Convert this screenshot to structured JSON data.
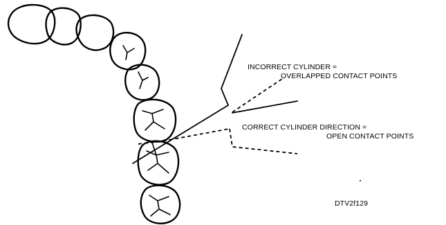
{
  "labels": {
    "incorrect_line1": "INCORRECT CYLINDER =",
    "incorrect_line2": "OVERLAPPED CONTACT POINTS",
    "correct_line1": "CORRECT CYLINDER DIRECTION =",
    "correct_line2": "OPEN CONTACT POINTS",
    "figure_id": "DTV2f129"
  }
}
